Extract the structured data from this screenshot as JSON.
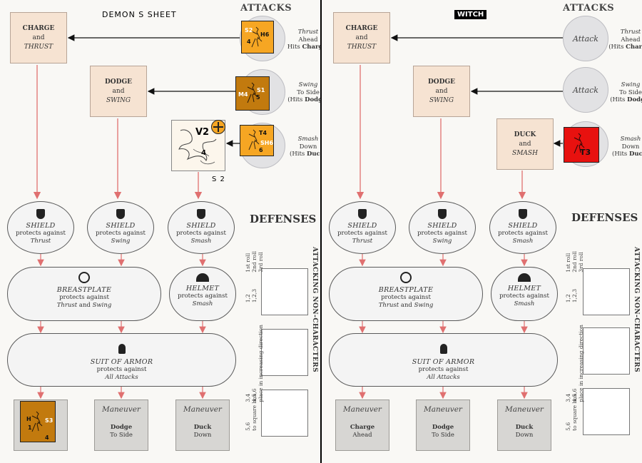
{
  "left": {
    "sheet_title": "DEMON S    SHEET",
    "attacks_header": "ATTACKS",
    "defenses_header": "DEFENSES",
    "attacking_header": "ATTACKING NON-CHARACTERS",
    "maneuver_charge": {
      "top": "CHARGE",
      "mid": "and",
      "bot": "THRUST"
    },
    "maneuver_dodge": {
      "top": "DODGE",
      "mid": "and",
      "bot": "SWING"
    },
    "thrust_text": {
      "a": "Thrust",
      "b": "Ahead",
      "c": "Hits ",
      "d": "Charge",
      "e": ")"
    },
    "swing_text": {
      "a": "Swing",
      "b": "To Side",
      "c": "(Hits ",
      "d": "Dodge",
      "e": ")"
    },
    "smash_text": {
      "a": "Smash",
      "b": "Down",
      "c": "(Hits ",
      "d": "Duck",
      "e": ")"
    },
    "chit_thrust": {
      "a": "S2",
      "b": "H6",
      "c": "4"
    },
    "chit_swing": {
      "a": "M4",
      "b": "S1",
      "c": "5"
    },
    "chit_smash": {
      "a": "T4",
      "b": "SH6",
      "c": "6"
    },
    "chit_maneuver": {
      "a": "H",
      "b": "S3",
      "c": "1",
      "d": "4"
    },
    "monster_card": {
      "a": "V2",
      "b": "4"
    },
    "s2_label": "S 2",
    "maneuver_dodge_bottom": {
      "t": "Maneuver",
      "a": "Dodge",
      "b": "To Side"
    },
    "maneuver_duck_bottom": {
      "t": "Maneuver",
      "a": "Duck",
      "b": "Down"
    }
  },
  "right": {
    "witch_label": "WITCH",
    "attacks_header": "ATTACKS",
    "defenses_header": "DEFENSES",
    "attacking_header": "ATTACKING NON-CHARACTERS",
    "maneuver_charge": {
      "top": "CHARGE",
      "mid": "and",
      "bot": "THRUST"
    },
    "maneuver_dodge": {
      "top": "DODGE",
      "mid": "and",
      "bot": "SWING"
    },
    "maneuver_duck": {
      "top": "DUCK",
      "mid": "and",
      "bot": "SMASH"
    },
    "attack_circle": "Attack",
    "thrust_text": {
      "a": "Thrust",
      "b": "Ahead",
      "c": "(Hits ",
      "d": "Charge",
      "e": ")"
    },
    "swing_text": {
      "a": "Swing",
      "b": "To Side",
      "c": "(Hits ",
      "d": "Dodge",
      "e": ")"
    },
    "smash_text": {
      "a": "Smash",
      "b": "Down",
      "c": "(Hits ",
      "d": "Duck",
      "e": ")"
    },
    "chit_t3": "T3",
    "maneuver_charge_bottom": {
      "t": "Maneuver",
      "a": "Charge",
      "b": "Ahead"
    },
    "maneuver_dodge_bottom": {
      "t": "Maneuver",
      "a": "Dodge",
      "b": "To Side"
    },
    "maneuver_duck_bottom": {
      "t": "Maneuver",
      "a": "Duck",
      "b": "Down"
    }
  },
  "defense": {
    "shield": {
      "t": "SHIELD",
      "a": "protects against"
    },
    "shield_thrust": "Thrust",
    "shield_swing": "Swing",
    "shield_smash": "Smash",
    "breastplate": {
      "t": "BREASTPLATE",
      "a": "protects against",
      "b": "Thrust",
      "c": " and ",
      "d": "Swing"
    },
    "helmet": {
      "t": "HELMET",
      "a": "protects against",
      "b": "Smash"
    },
    "armor": {
      "t": "SUIT OF ARMOR",
      "a": "protects against",
      "b": "All Attacks"
    },
    "roll_text_1": "1st roll\n2nd roll\n3rd roll",
    "roll_text_2": "1,2\n1,2,3",
    "roll_text_3": "3,4\n4,5,6\nplace in increasing direction",
    "roll_text_4": "5,6\nto square box"
  },
  "colors": {
    "square": "#f6e3d2",
    "circle": "#e2e2e4",
    "chit_orange": "#f6a623",
    "chit_brown": "#c27a0e",
    "chit_red": "#e8110f",
    "arrow_red": "#e07070"
  }
}
